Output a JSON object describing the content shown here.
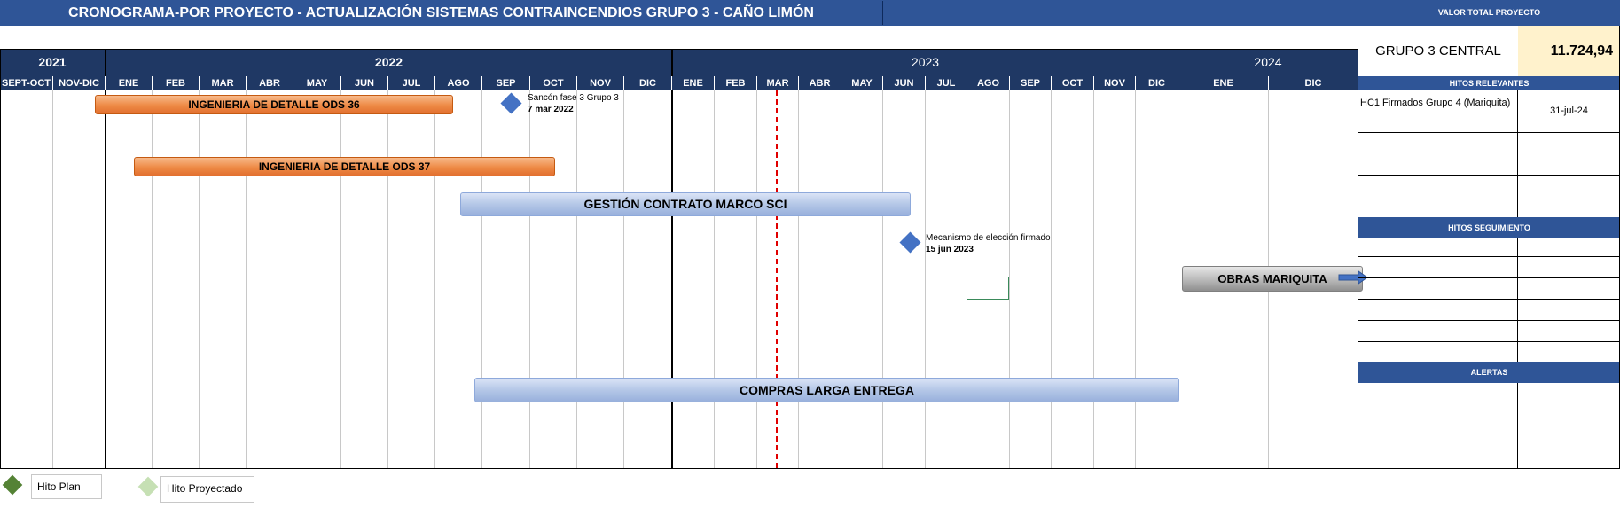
{
  "header": {
    "title": "CRONOGRAMA-POR PROYECTO  - ACTUALIZACIÓN SISTEMAS CONTRAINCENDIOS GRUPO 3 - CAÑO LIMÓN"
  },
  "timeline": {
    "years": [
      "2021",
      "2022",
      "2023",
      "2024"
    ],
    "months": [
      "SEPT-OCT",
      "NOV-DIC",
      "ENE",
      "FEB",
      "MAR",
      "ABR",
      "MAY",
      "JUN",
      "JUL",
      "AGO",
      "SEP",
      "OCT",
      "NOV",
      "DIC",
      "ENE",
      "FEB",
      "MAR",
      "ABR",
      "MAY",
      "JUN",
      "JUL",
      "AGO",
      "SEP",
      "OCT",
      "NOV",
      "DIC",
      "ENE",
      "DIC"
    ]
  },
  "bars": [
    {
      "label": "INGENIERIA DE DETALLE ODS 36",
      "style": "orange"
    },
    {
      "label": "INGENIERIA DE DETALLE ODS 37",
      "style": "orange"
    },
    {
      "label": "GESTIÓN CONTRATO MARCO SCI",
      "style": "blue"
    },
    {
      "label": "OBRAS MARIQUITA",
      "style": "gray"
    },
    {
      "label": "COMPRAS LARGA ENTREGA",
      "style": "blue"
    }
  ],
  "milestones": [
    {
      "text": "Sancón fase 3 Grupo 3",
      "date": "7 mar 2022",
      "color": "#4472c4"
    },
    {
      "text": "Mecanismo de elección firmado",
      "date": "15 jun 2023",
      "color": "#4472c4"
    }
  ],
  "side_panel": {
    "valor_total_header": "VALOR TOTAL PROYECTO",
    "project_name": "GRUPO 3 CENTRAL",
    "project_value": "11.724,94",
    "value_bg": "#fff2cc",
    "hitos_relevantes_header": "HITOS RELEVANTES",
    "hitos_relevantes": [
      {
        "name": "HC1 Firmados  Grupo 4 (Mariquita)",
        "date": "31-jul-24"
      }
    ],
    "hitos_seguimiento_header": "HITOS SEGUIMIENTO",
    "alertas_header": "ALERTAS"
  },
  "legend": {
    "plan_label": "Hito Plan",
    "plan_color": "#548235",
    "projected_label": "Hito Proyectado",
    "projected_color": "#c6e0b4"
  },
  "colors": {
    "header_blue": "#2f5597",
    "header_dark": "#1f3864",
    "today_line": "#e00000"
  }
}
